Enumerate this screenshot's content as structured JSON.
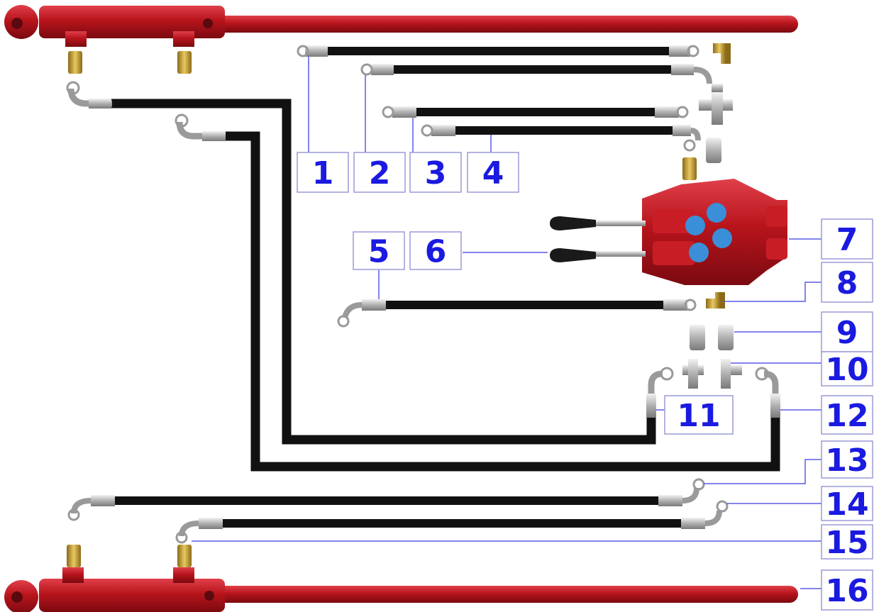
{
  "colors": {
    "cylinder_red": "#b8141c",
    "hose_black": "#111111",
    "fitting_brass": "#c9a23a",
    "fitting_silver": "#b8b8b8",
    "label_blue": "#1a1ae0",
    "label_border": "#9a9ad8",
    "leader_line": "#5a5ae8",
    "valve_knob_blue": "#3a8fd8",
    "handle_black": "#1a1a1a"
  },
  "callouts": [
    {
      "number": "1"
    },
    {
      "number": "2"
    },
    {
      "number": "3"
    },
    {
      "number": "4"
    },
    {
      "number": "5"
    },
    {
      "number": "6"
    },
    {
      "number": "7"
    },
    {
      "number": "8"
    },
    {
      "number": "9"
    },
    {
      "number": "10"
    },
    {
      "number": "11"
    },
    {
      "number": "12"
    },
    {
      "number": "13"
    },
    {
      "number": "14"
    },
    {
      "number": "15"
    },
    {
      "number": "16"
    }
  ],
  "icons": {
    "cylinder": "hydraulic-cylinder-icon",
    "hose": "hydraulic-hose-icon",
    "valve": "control-valve-icon",
    "handle": "valve-handle-icon",
    "fitting": "pipe-fitting-icon"
  }
}
